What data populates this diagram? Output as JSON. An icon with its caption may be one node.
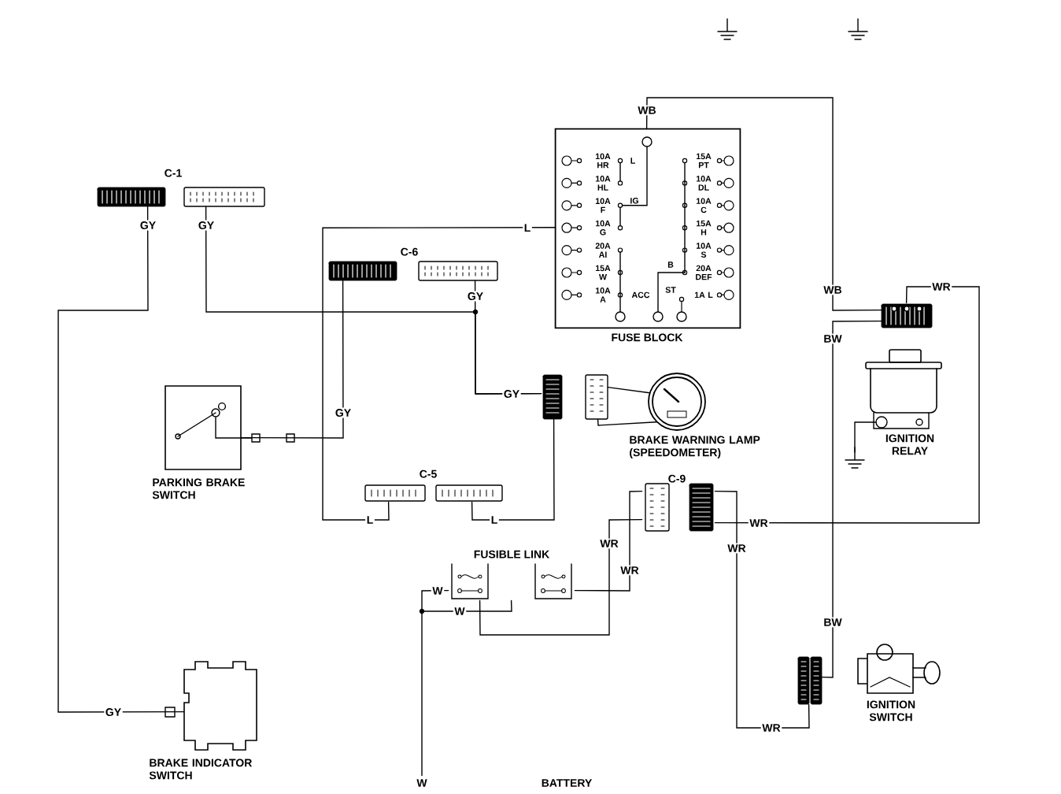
{
  "diagram": {
    "nodes": [
      {
        "text": [
          "FUSE BLOCK"
        ]
      },
      {
        "text": [
          "C-1"
        ]
      },
      {
        "text": [
          "C-6"
        ]
      },
      {
        "text": [
          "PARKING BRAKE SWITCH"
        ]
      },
      {
        "text": [],
        "shape": "box"
      },
      {
        "text": [
          "BRAKE WARNING LAMP (SPEEDOMETER)"
        ]
      },
      {
        "text": [
          "C-5"
        ]
      },
      {
        "text": [
          "C-9"
        ]
      },
      {
        "text": [
          "FUSIBLE LINK"
        ]
      },
      {
        "text": [
          "IGNITION RELAY"
        ]
      },
      {
        "text": [],
        "shape": "box"
      },
      {
        "text": [
          "BRAKE INDICATOR SWITCH"
        ]
      },
      {
        "text": [
          "IGNITION SWITCH"
        ]
      },
      {
        "text": [],
        "shape": "box"
      },
      {
        "text": [
          "W"
        ]
      }
    ],
    "edges": [
      {
        "from": 1,
        "to": 11,
        "arrow": "none",
        "label": "GY"
      },
      {
        "from": 1,
        "to": 4,
        "arrow": "none",
        "label": "GY"
      },
      {
        "from": 2,
        "to": 4,
        "arrow": "none"
      },
      {
        "from": 2,
        "to": 3,
        "arrow": "none",
        "label": "GY"
      },
      {
        "from": 0,
        "to": 6,
        "arrow": "none",
        "label": "L"
      },
      {
        "from": 6,
        "to": 4,
        "arrow": "none",
        "label": "L"
      },
      {
        "from": 4,
        "to": 5,
        "arrow": "none"
      },
      {
        "from": 4,
        "to": 5,
        "arrow": "none"
      },
      {
        "from": 0,
        "to": 10,
        "arrow": "none",
        "label": "WB"
      },
      {
        "from": 10,
        "to": 13,
        "arrow": "none",
        "label": "BW"
      },
      {
        "from": 10,
        "to": 7,
        "arrow": "none",
        "label": "WR"
      },
      {
        "from": 7,
        "to": 13,
        "arrow": "none",
        "label": "WR"
      },
      {
        "from": 7,
        "to": 8,
        "arrow": "none",
        "label": "WR"
      },
      {
        "from": 7,
        "to": 8,
        "arrow": "none",
        "label": "WR"
      },
      {
        "from": 8,
        "to": 14,
        "arrow": "none",
        "label": "W"
      },
      {
        "from": 8,
        "to": null,
        "arrow": "none",
        "label": "W"
      }
    ],
    "labels": [
      "10A HR",
      "L",
      "10A HL",
      "10A F",
      "IG",
      "10A G",
      "20A AI",
      "15A W",
      "10A A",
      "ACC",
      "15A PT",
      "10A DL",
      "10A C",
      "15A H",
      "10A S",
      "20A DEF",
      "B",
      "ST",
      "1A L",
      "GY",
      "GY",
      "GY",
      "WB",
      "WR",
      "BW",
      "L",
      "WR",
      "BATTERY"
    ]
  }
}
